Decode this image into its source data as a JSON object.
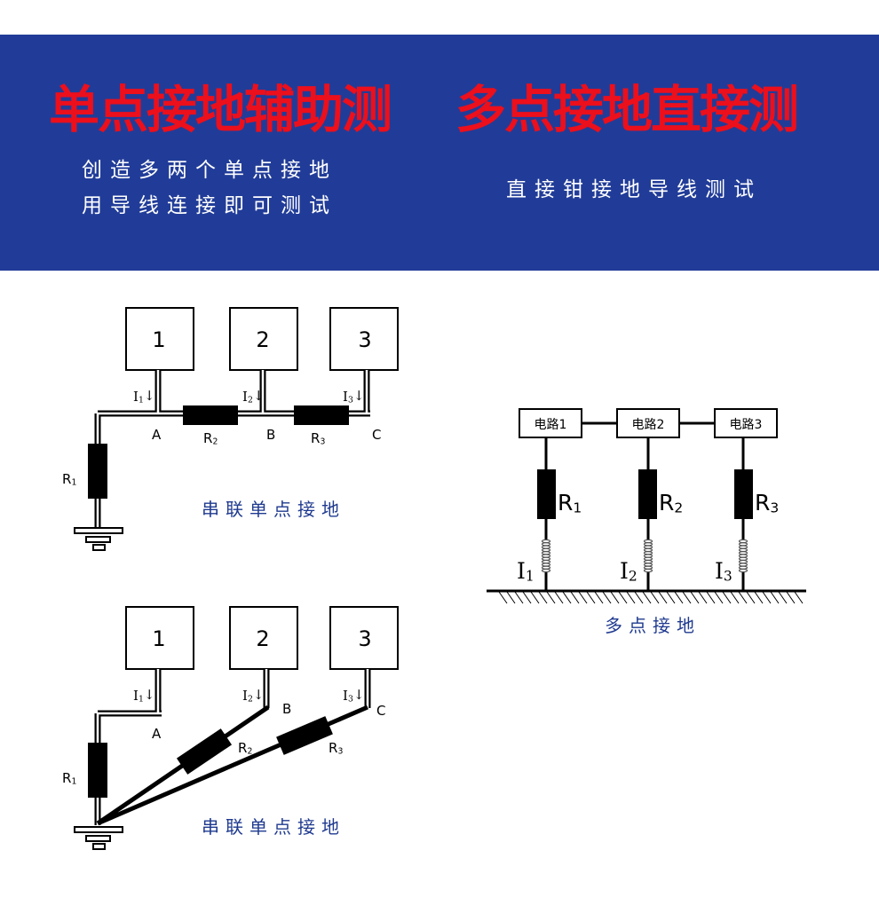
{
  "banner": {
    "color": "#213c98",
    "title_left": "单点接地辅助测",
    "title_right": "多点接地直接测",
    "sub_left_1": "创造多两个单点接地",
    "sub_left_2": "用导线连接即可测试",
    "sub_right": "直接钳接地导线测试"
  },
  "diagram_series_1": {
    "boxes": [
      "1",
      "2",
      "3"
    ],
    "currents": [
      "I1↓",
      "I2↓",
      "I3↓"
    ],
    "nodes": [
      "A",
      "B",
      "C"
    ],
    "resistors": [
      "R1",
      "R2",
      "R3"
    ],
    "caption": "串联单点接地"
  },
  "diagram_series_2": {
    "boxes": [
      "1",
      "2",
      "3"
    ],
    "currents": [
      "I1↓",
      "I2↓",
      "I3↓"
    ],
    "nodes": [
      "A",
      "B",
      "C"
    ],
    "resistors": [
      "R1",
      "R2",
      "R3"
    ],
    "caption": "串联单点接地"
  },
  "diagram_multi": {
    "circuits": [
      "电路1",
      "电路2",
      "电路3"
    ],
    "resistors": [
      "R1",
      "R2",
      "R3"
    ],
    "inductors": [
      "I1",
      "I2",
      "I3"
    ],
    "caption": "多点接地"
  }
}
